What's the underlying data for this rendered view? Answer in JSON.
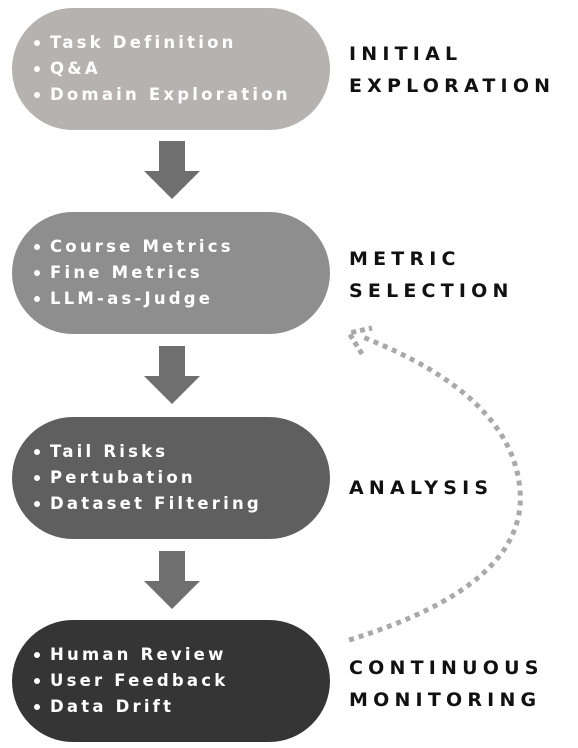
{
  "stages": [
    {
      "items": [
        "Task Definition",
        "Q&A",
        "Domain Exploration"
      ],
      "label_line1": "INITIAL",
      "label_line2": "EXPLORATION",
      "color": "#b5b2b0"
    },
    {
      "items": [
        "Course Metrics",
        "Fine Metrics",
        "LLM-as-Judge"
      ],
      "label_line1": "METRIC",
      "label_line2": "SELECTION",
      "color": "#8f8e8e"
    },
    {
      "items": [
        "Tail Risks",
        "Pertubation",
        "Dataset Filtering"
      ],
      "label_line1": "ANALYSIS",
      "label_line2": "",
      "color": "#5f5f5f"
    },
    {
      "items": [
        "Human Review",
        "User Feedback",
        "Data Drift"
      ],
      "label_line1": "CONTINUOUS",
      "label_line2": "MONITORING",
      "color": "#353535"
    }
  ],
  "arrow_color": "#6f6f6f",
  "loop_arrow_color": "#a9a9a9"
}
